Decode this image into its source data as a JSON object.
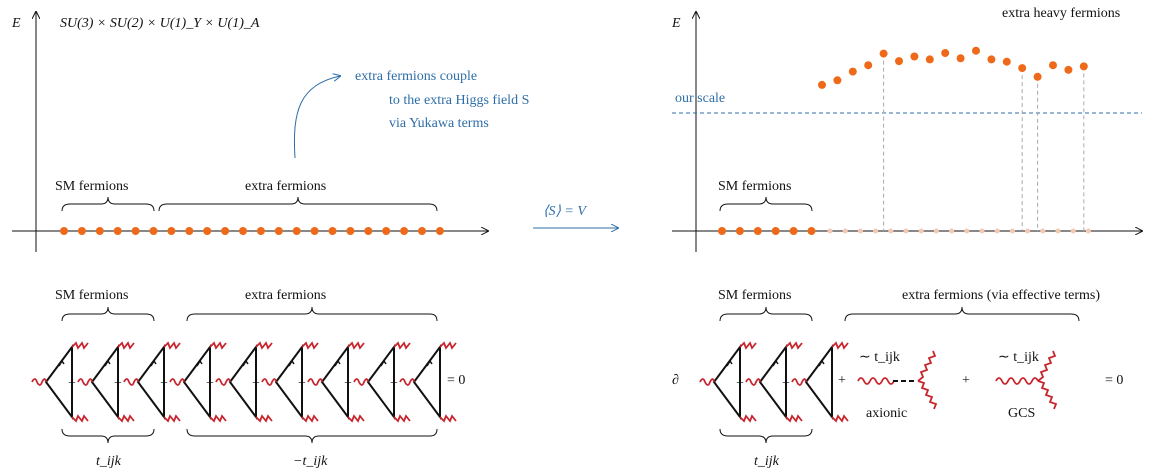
{
  "colors": {
    "fermion": "#ee6a1a",
    "annotation": "#2e6ea8",
    "gauge": "#c8262e"
  },
  "left": {
    "energy_axis_label": "E",
    "gauge_group": "SU(3) × SU(2) × U(1)_Y × U(1)_A",
    "annotation_lines": [
      "extra fermions couple",
      "to the extra Higgs field S",
      "via Yukawa terms"
    ],
    "sm_fermions_label": "SM fermions",
    "extra_fermions_label": "extra fermions",
    "sm_count": 6,
    "extra_count": 16,
    "diagram_sm_label": "SM fermions",
    "diagram_extra_label": "extra fermions",
    "plus": "+",
    "equals": "= 0",
    "coefficient_sm": "t_ijk",
    "coefficient_extra": "−t_ijk"
  },
  "transition": {
    "label": "⟨S⟩ = V"
  },
  "right": {
    "energy_axis_label": "E",
    "heavy_label": "extra heavy fermions",
    "scale_label": "our scale",
    "sm_fermions_label": "SM fermions",
    "sm_count": 6,
    "heavy_fermion_heights": [
      0.26,
      0.34,
      0.49,
      0.6,
      0.8,
      0.67,
      0.75,
      0.7,
      0.81,
      0.72,
      0.85,
      0.7,
      0.66,
      0.55,
      0.4,
      0.6,
      0.52,
      0.58
    ],
    "dropped_lines_at": [
      4,
      13,
      14,
      17
    ],
    "diagram_sm_label": "SM fermions",
    "diagram_extra_label": "extra fermions (via effective terms)",
    "partial": "∂",
    "plus": "+",
    "tilde_coeff": "∼ t_ijk",
    "axionic_label": "axionic",
    "gcs_label": "GCS",
    "equals": "= 0",
    "coefficient_sm": "t_ijk"
  }
}
